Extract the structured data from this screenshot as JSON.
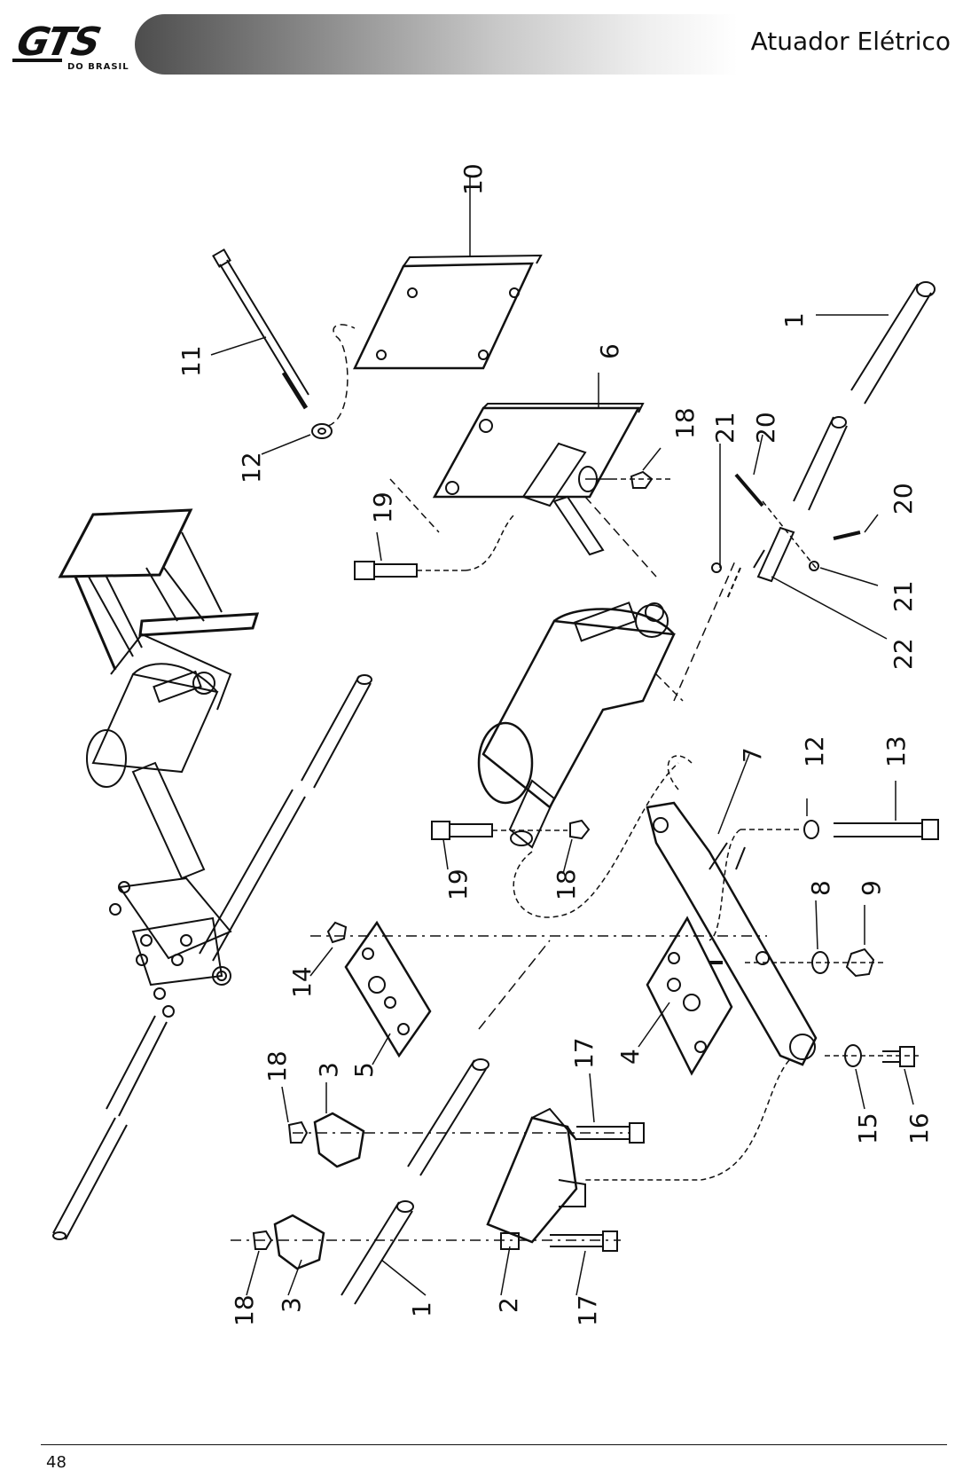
{
  "header": {
    "logo_text": "GTS",
    "logo_subtext": "DO BRASIL",
    "title": "Atuador Elétrico"
  },
  "callouts": {
    "c1a": "1",
    "c1b": "1",
    "c2": "2",
    "c3a": "3",
    "c3b": "3",
    "c4": "4",
    "c5": "5",
    "c6": "6",
    "c7": "7",
    "c8": "8",
    "c9": "9",
    "c10": "10",
    "c11": "11",
    "c12a": "12",
    "c12b": "12",
    "c13": "13",
    "c14": "14",
    "c15": "15",
    "c16": "16",
    "c17a": "17",
    "c17b": "17",
    "c18a": "18",
    "c18b": "18",
    "c18c": "18",
    "c18d": "18",
    "c19a": "19",
    "c19b": "19",
    "c20a": "20",
    "c20b": "20",
    "c21a": "21",
    "c21b": "21",
    "c22": "22"
  },
  "footer": {
    "page_number": "48"
  }
}
